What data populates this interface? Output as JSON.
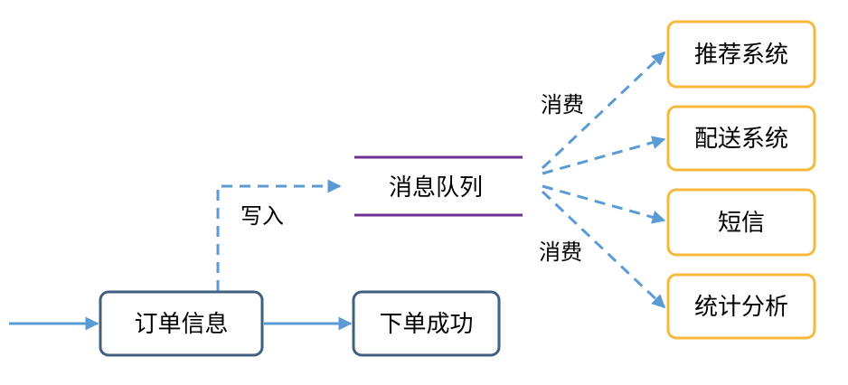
{
  "nodes": {
    "order_info": "订单信息",
    "order_success": "下单成功",
    "message_queue": "消息队列",
    "recommend_system": "推荐系统",
    "delivery_system": "配送系统",
    "sms": "短信",
    "statistics": "统计分析"
  },
  "edge_labels": {
    "write": "写入",
    "consume_top": "消费",
    "consume_bottom": "消费"
  },
  "colors": {
    "process_border": "#41607f",
    "consumer_border": "#f6b93b",
    "queue_line": "#6d2f92",
    "arrow": "#5b9bd5"
  }
}
